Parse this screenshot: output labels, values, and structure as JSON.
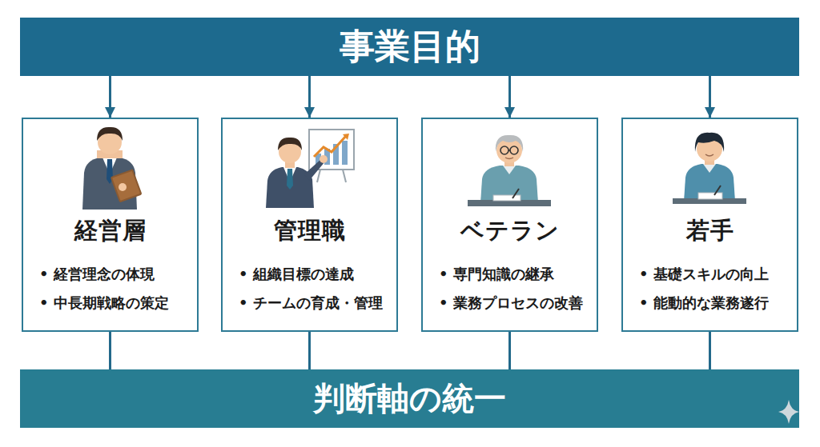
{
  "diagram": {
    "nodes": [
      {
        "text": [
          "事業目的"
        ]
      },
      {
        "text": [
          "経営層",
          "• 経営理念の体現",
          "• 中長期戦略の策定"
        ]
      },
      {
        "text": [
          "管理職",
          "• 組織目標の達成",
          "• チームの育成・管理"
        ]
      },
      {
        "text": [
          "ベテラン",
          "• 専門知識の継承",
          "• 業務プロセスの改善"
        ]
      },
      {
        "text": [
          "若手",
          "• 基礎スキルの向上",
          "• 能動的な業務遂行"
        ]
      },
      {
        "text": [
          "判断軸の統一"
        ]
      }
    ],
    "edges": [
      {
        "from": 0,
        "to": 1,
        "arrow": "to"
      },
      {
        "from": 0,
        "to": 2,
        "arrow": "to"
      },
      {
        "from": 0,
        "to": 3,
        "arrow": "to"
      },
      {
        "from": 0,
        "to": 4,
        "arrow": "to"
      },
      {
        "from": 1,
        "to": 5,
        "arrow": "none"
      },
      {
        "from": 2,
        "to": 5,
        "arrow": "none"
      },
      {
        "from": 3,
        "to": 5,
        "arrow": "none"
      },
      {
        "from": 4,
        "to": 5,
        "arrow": "none"
      }
    ]
  }
}
